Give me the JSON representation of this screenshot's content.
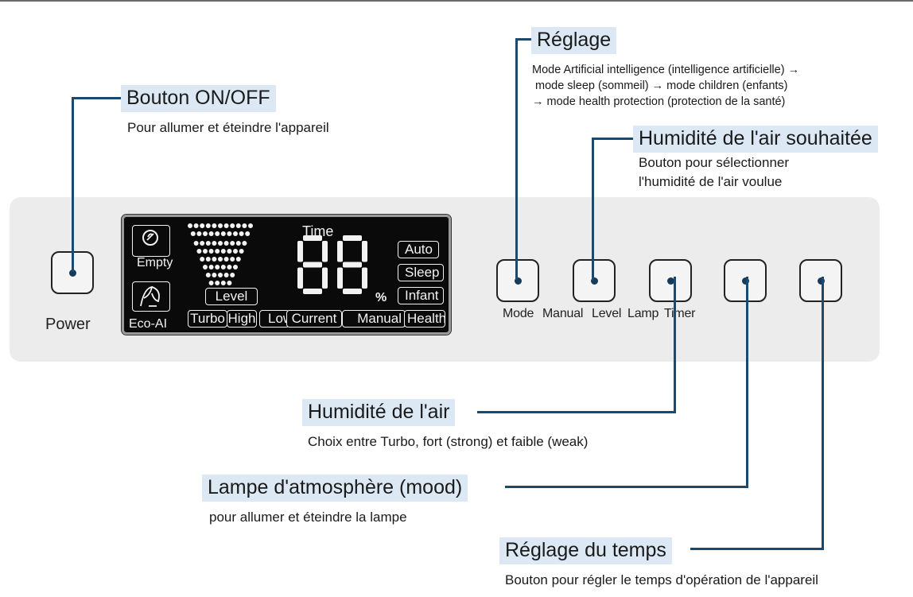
{
  "device": {
    "power_label": "Power",
    "button_labels": [
      "Mode",
      "Manual",
      "Level",
      "Lamp",
      "Timer"
    ],
    "lcd": {
      "empty": "Empty",
      "eco": "Eco-AI",
      "time": "Time",
      "digits": "88",
      "unit": "%",
      "level": "Level",
      "speeds": [
        "Turbo",
        "High",
        "Low"
      ],
      "current": "Current",
      "manual": "Manual",
      "modes": [
        "Auto",
        "Sleep",
        "Infant",
        "Health"
      ]
    }
  },
  "callouts": {
    "power": {
      "title": "Bouton ON/OFF",
      "desc": "Pour allumer et éteindre l'appareil"
    },
    "reglage": {
      "title": "Réglage",
      "desc": [
        "Mode Artificial intelligence (intelligence artificielle) →",
        "mode sleep (sommeil) → mode children (enfants)",
        "→ mode health protection (protection de la santé)"
      ]
    },
    "humidite_souhaitee": {
      "title": "Humidité de l'air souhaitée",
      "desc": [
        "Bouton pour sélectionner",
        "l'humidité de l'air voulue"
      ]
    },
    "humidite_air": {
      "title": "Humidité de l'air",
      "desc": "Choix entre Turbo, fort (strong) et faible (weak)"
    },
    "lampe": {
      "title": "Lampe d'atmosphère (mood)",
      "desc": "pour allumer et éteindre la lampe"
    },
    "temps": {
      "title": "Réglage du temps",
      "desc": "Bouton pour régler le temps d'opération de l'appareil"
    }
  },
  "colors": {
    "leader": "#1c4a6e",
    "title_bg": "#dce9f4",
    "panel": "#ececec",
    "lcd_bg": "#0a0a0a"
  }
}
